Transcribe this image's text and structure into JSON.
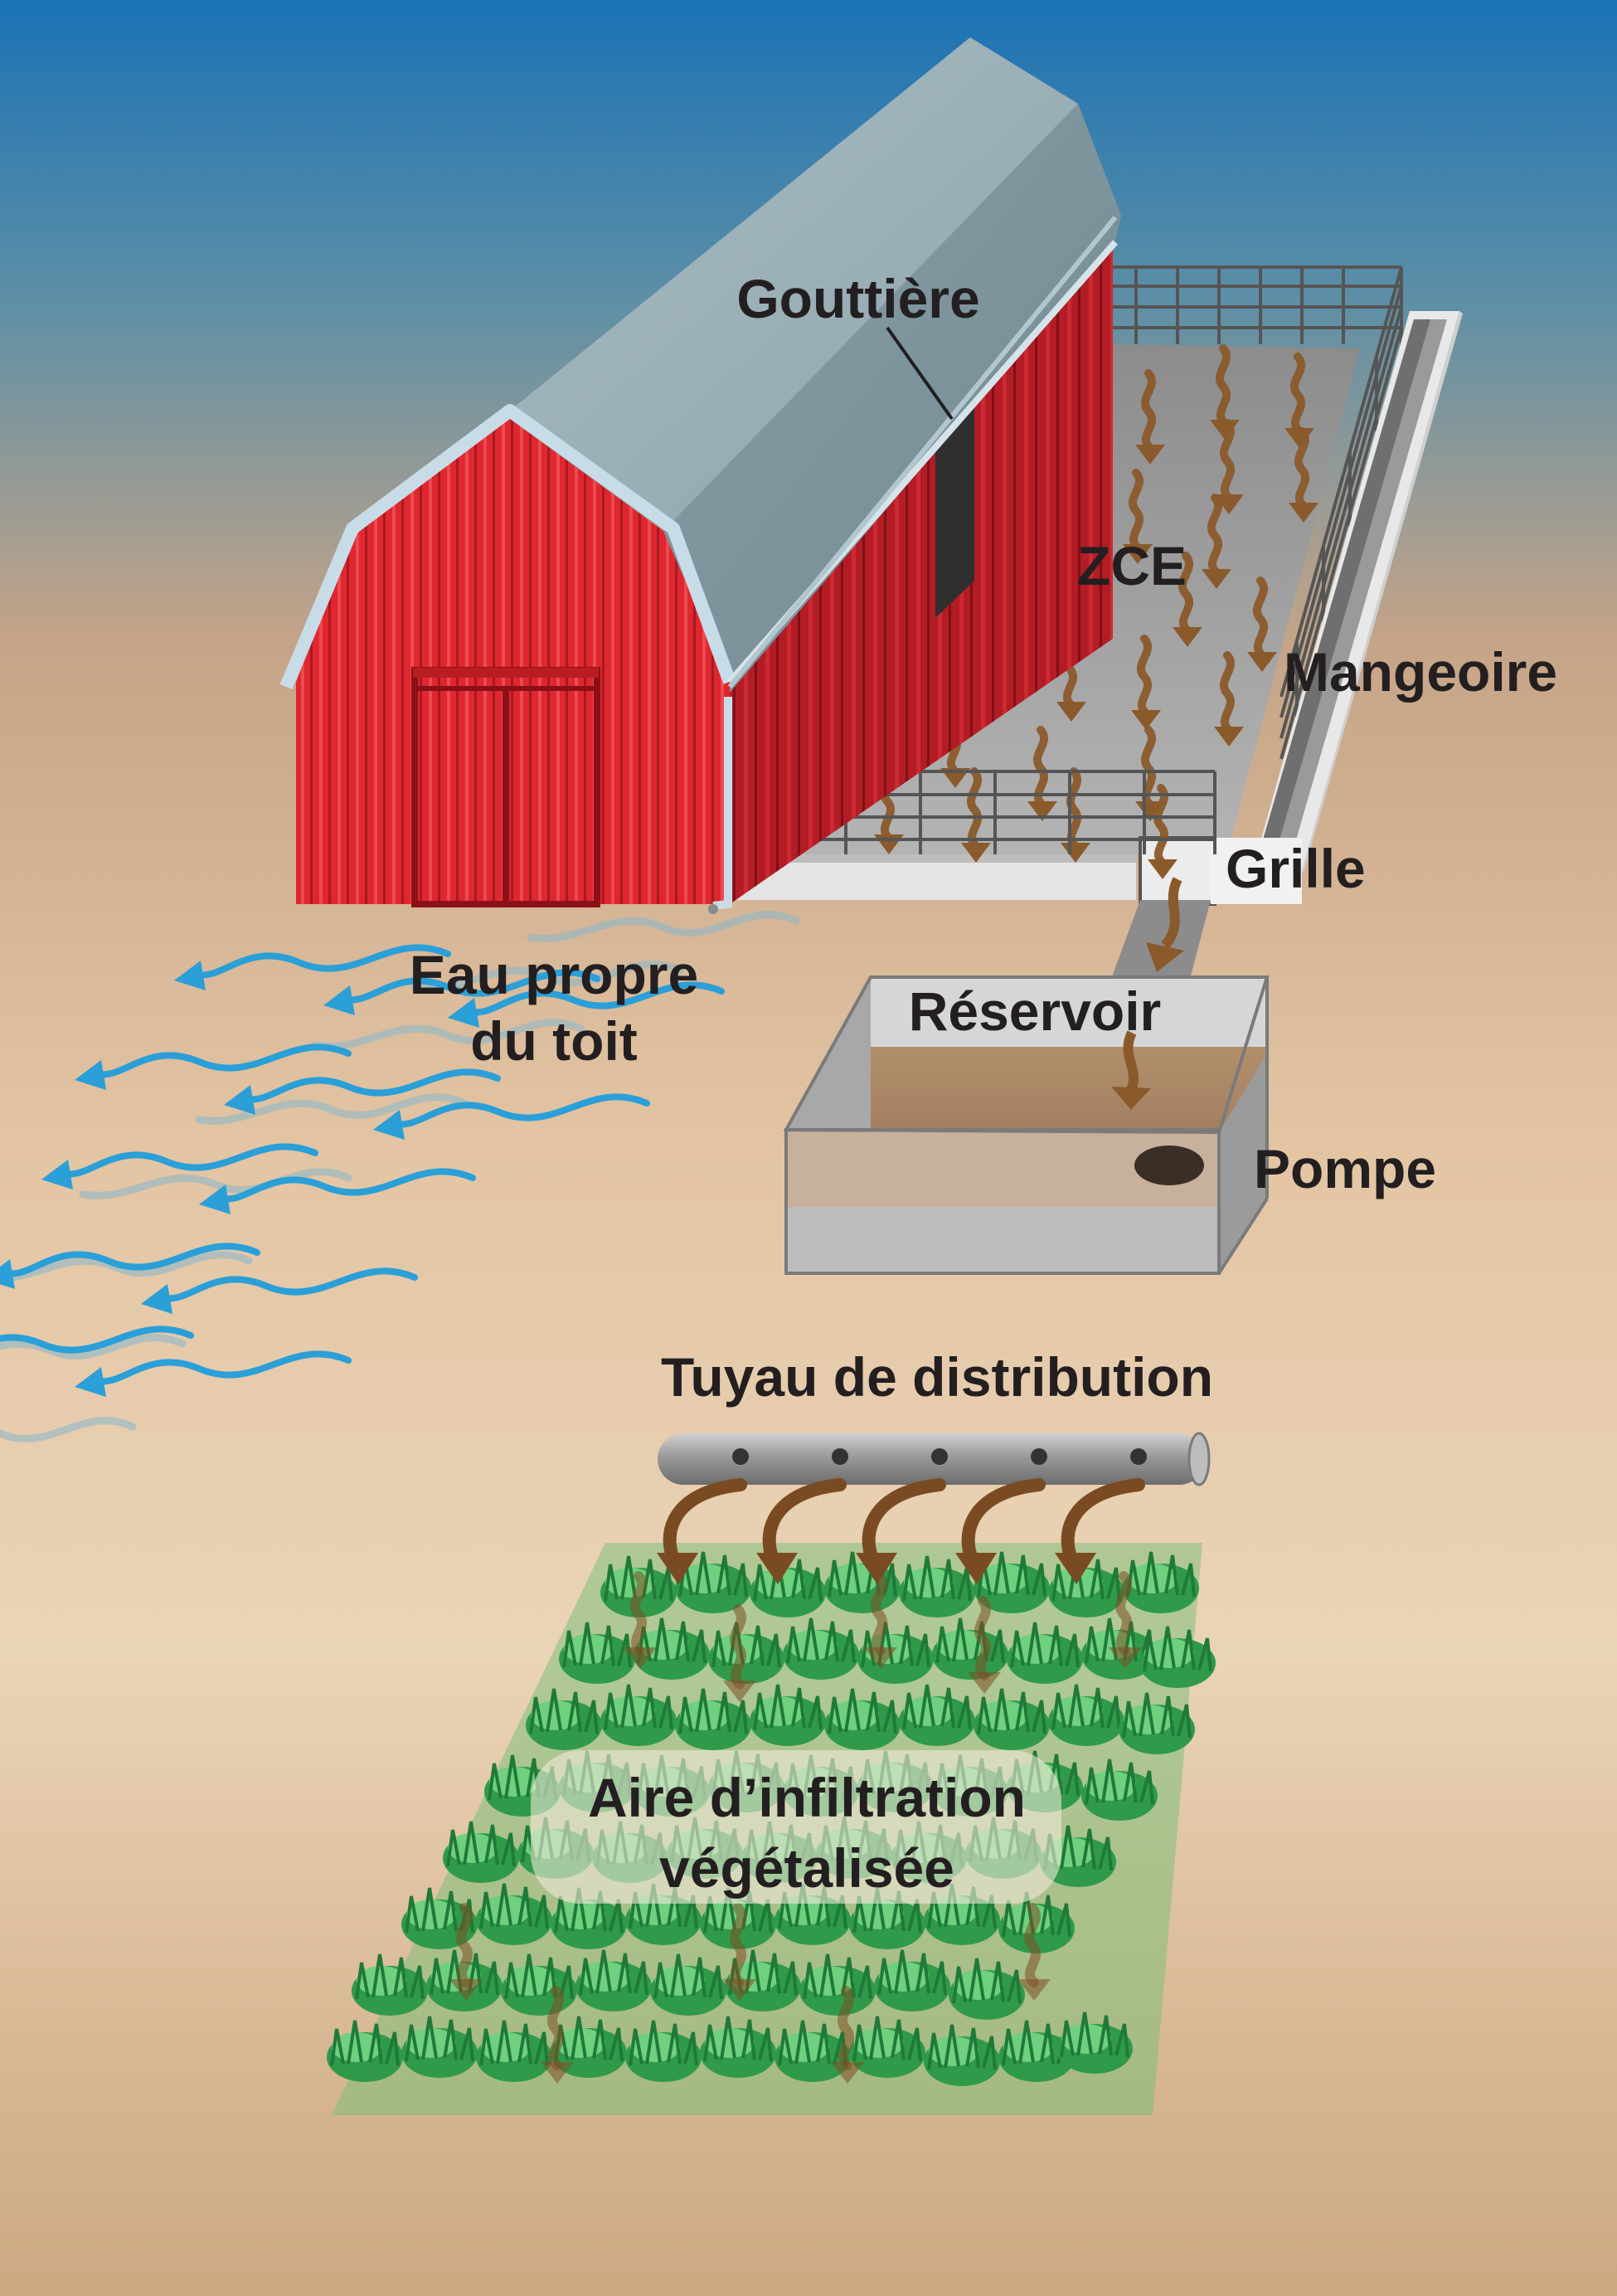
{
  "labels": {
    "gutter": "Gouttière",
    "zce": "ZCE",
    "feeder": "Mangeoire",
    "grate": "Grille",
    "roof_water_line1": "Eau propre",
    "roof_water_line2": "du toit",
    "tank": "Réservoir",
    "pump": "Pompe",
    "pipe": "Tuyau de distribution",
    "vfs_line1": "Aire d’infiltration",
    "vfs_line2": "végétalisée"
  },
  "colors": {
    "sky_top": "#1a72b5",
    "ground": "#e6cfae",
    "barn_red": "#e0262f",
    "roof_gray": "#8fa5ad",
    "clean_water": "#2a9fd8",
    "runoff_brown": "#8a5a2b",
    "grass_green": "#2fa84f"
  }
}
